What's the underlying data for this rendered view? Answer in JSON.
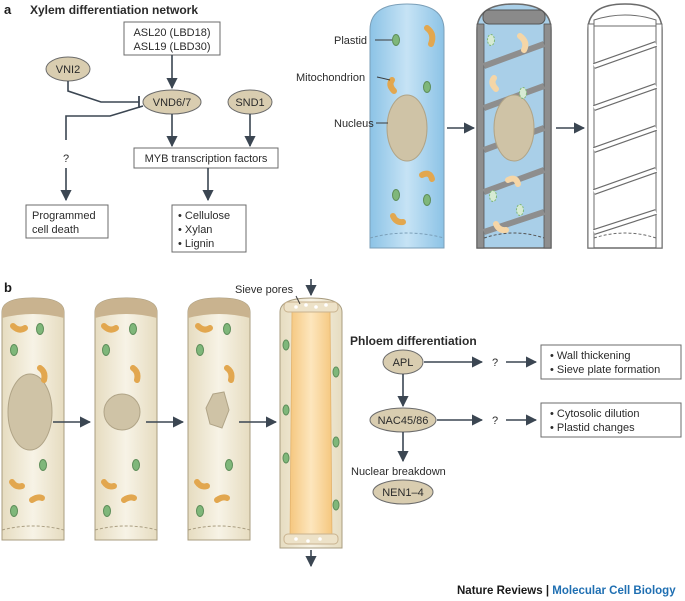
{
  "panel_a": {
    "letter": "a",
    "title": "Xylem differentiation network",
    "asl_line1": "ASL20 (LBD18)",
    "asl_line2": "ASL19 (LBD30)",
    "vni2": "VNI2",
    "vnd": "VND6/7",
    "snd1": "SND1",
    "myb": "MYB transcription factors",
    "question": "?",
    "pcd_line1": "Programmed",
    "pcd_line2": "cell death",
    "products": [
      "• Cellulose",
      "• Xylan",
      "• Lignin"
    ],
    "cell_labels": {
      "plastid": "Plastid",
      "mitochondrion": "Mitochondrion",
      "nucleus": "Nucleus"
    }
  },
  "panel_b": {
    "letter": "b",
    "sieve_pores": "Sieve pores",
    "phloem_title": "Phloem differentiation",
    "apl": "APL",
    "nac": "NAC45/86",
    "nen": "NEN1–4",
    "nuclear_breakdown": "Nuclear breakdown",
    "q1": "?",
    "q2": "?",
    "box1": [
      "• Wall thickening",
      "• Sieve plate formation"
    ],
    "box2": [
      "• Cytosolic dilution",
      "• Plastid changes"
    ]
  },
  "footer": {
    "journal": "Nature Reviews",
    "separator": " | ",
    "subject": "Molecular Cell Biology"
  },
  "colors": {
    "xylem_blue": "#a9d3ee",
    "cell_cream": "#f3eedd",
    "cap_tan": "#c9b38f",
    "organelle_green": "#7fb77a",
    "mito_orange": "#eab061",
    "nucleus": "#cfc3a6",
    "oval_fill": "#d9cdb0",
    "arrow": "#3b4652",
    "footer_blue": "#1f6fb2"
  }
}
